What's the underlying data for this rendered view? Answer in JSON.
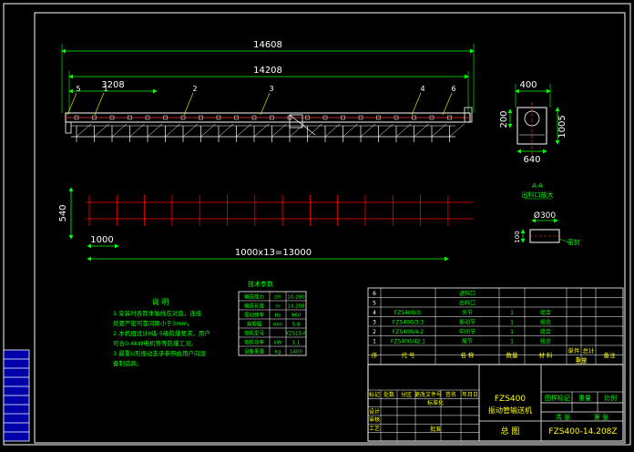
{
  "colors": {
    "background": "#000000",
    "frame": "#ffffff",
    "dimension": "#00ff00",
    "outline": "#ffffff",
    "hidden": "#ff3333",
    "centerline": "#ff0000",
    "callout": "#ffff00",
    "annotation": "#00ff00",
    "table_line": "#ffffff"
  },
  "elevation": {
    "dim_overall": "14608",
    "dim_inner": "14208",
    "dim_left": "3208",
    "callouts": [
      "5",
      "1",
      "2",
      "3",
      "4",
      "6"
    ]
  },
  "side_view": {
    "dim_width": "400",
    "dim_height_left": "200",
    "dim_height_right": "1005",
    "dim_bottom": "640"
  },
  "plan_view": {
    "dim_width": "540",
    "dim_first": "1000",
    "dim_spacing": "1000x13=13000"
  },
  "section_view": {
    "section_label": "A-A",
    "title": "出料口放大",
    "dim_diameter": "Ø300",
    "dim_height": "100",
    "leader_label": "密封"
  },
  "notes": {
    "title": "说  明",
    "lines": [
      "1.安装时各筒体轴线应对直，连接",
      "  处要严密可靠间隙小于3mm。",
      "2.本机组设计Ⅱ级-5级防爆要求，用户",
      "  可合0.4kW电机等等防爆工况。",
      "3.最重U形振动支承参照由用户向设",
      "  备制造商。"
    ]
  },
  "params": {
    "title": "技术参数",
    "rows": [
      [
        "输送能力",
        "t/h",
        "10-200"
      ],
      [
        "输送长度",
        "m",
        "14.208"
      ],
      [
        "振动频率",
        "Hz",
        "960"
      ],
      [
        "双振幅",
        "mm",
        "5-8"
      ],
      [
        "电机型号",
        "",
        "YZS15-6"
      ],
      [
        "电机功率",
        "kW",
        "1.1"
      ],
      [
        "设备重量",
        "kg",
        "1400"
      ]
    ]
  },
  "bom": {
    "rows": [
      [
        "6",
        "",
        "进料口",
        "",
        "",
        ""
      ],
      [
        "5",
        "",
        "出料口",
        "",
        "",
        ""
      ],
      [
        "4",
        "FZS400/3.",
        "头节",
        "1",
        "组合",
        ""
      ],
      [
        "3",
        "FZS400/3.3",
        "振动节",
        "1",
        "组合",
        ""
      ],
      [
        "2",
        "FZS400/4.2",
        "中间节",
        "1",
        "组合",
        ""
      ],
      [
        "1",
        "FZS400/42.1",
        "尾节",
        "1",
        "组合",
        ""
      ]
    ],
    "headers": [
      "序",
      "代  号",
      "名  称",
      "数量",
      "材  料",
      "单件",
      "总计",
      "备注"
    ],
    "weight_label": "重量"
  },
  "title_block": {
    "left_headers": [
      "标记",
      "处数",
      "分区",
      "更改文件号",
      "签名",
      "年月日"
    ],
    "role_labels": [
      "设计",
      "审核",
      "工艺"
    ],
    "standardized": "标准化",
    "approve": "批准",
    "product_line1": "FZS400",
    "product_line2": "振动管输送机",
    "drawing_name": "总   图",
    "stage_label": "图样标记",
    "weight_label": "重量",
    "scale_label": "比例",
    "sheet_total": "共  张",
    "sheet_no": "第  张",
    "drawing_no": "FZS400-14.208Z"
  }
}
